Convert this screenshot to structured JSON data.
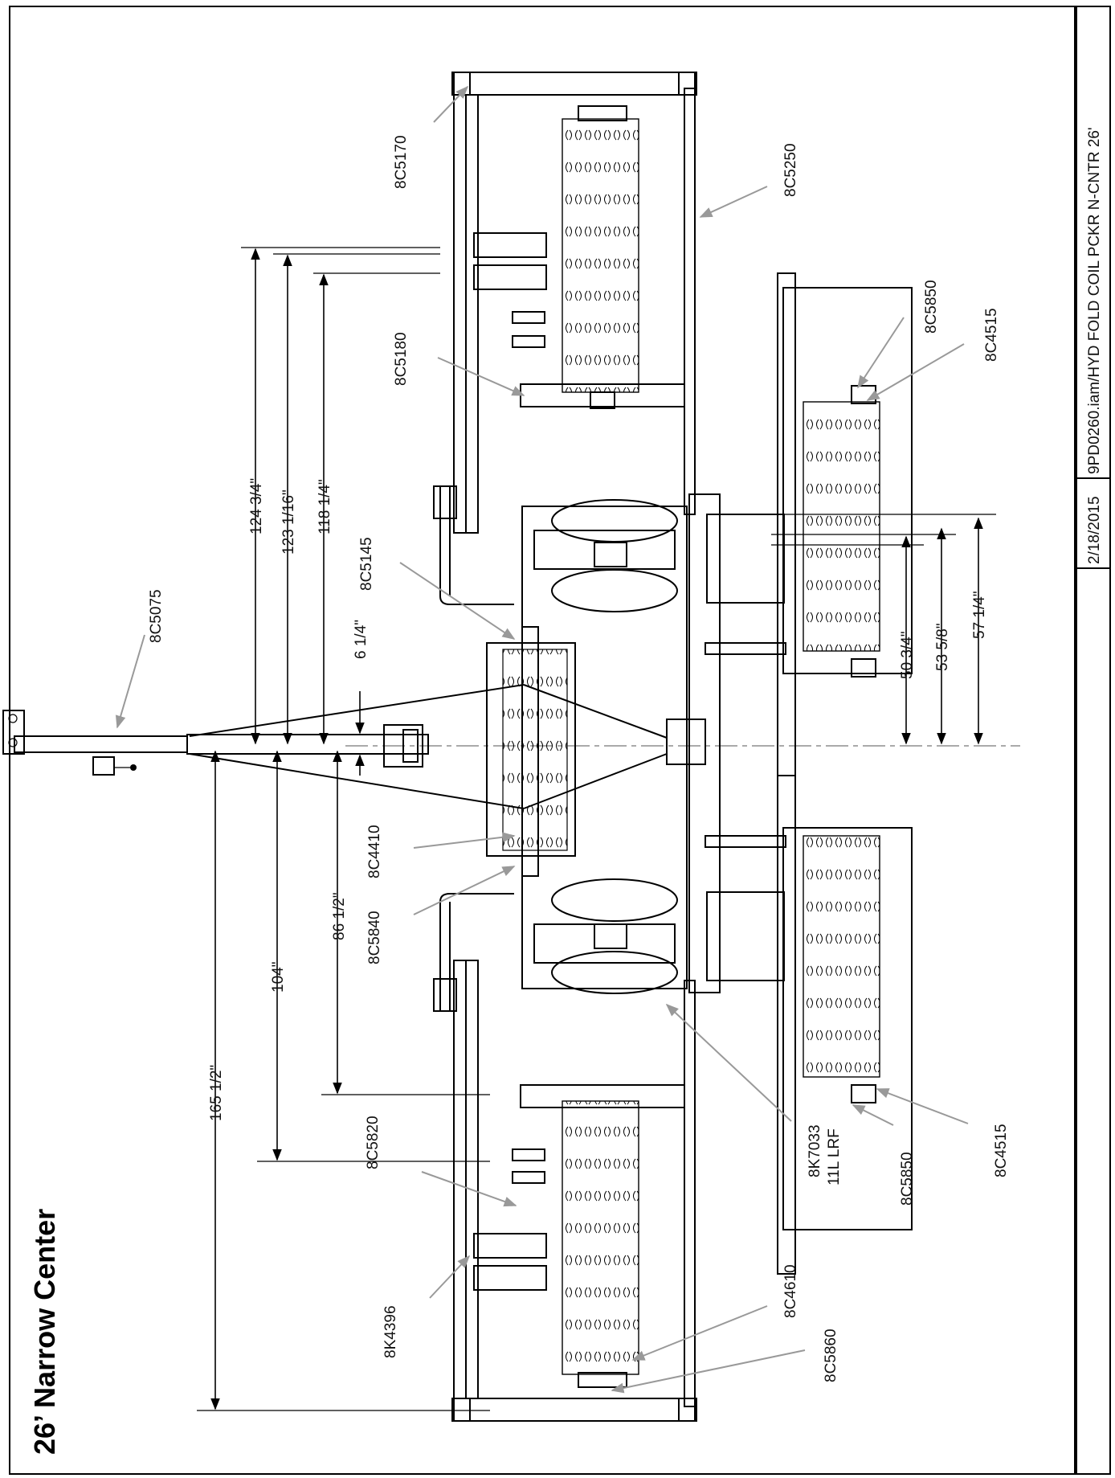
{
  "title": "26’ Narrow Center",
  "title_block": {
    "date": "2/18/2015",
    "file": "9PD0260.iam/HYD FOLD COIL PCKR N-CNTR 26'"
  },
  "part_labels": {
    "p8C5170": "8C5170",
    "p8C5250": "8C5250",
    "p8C5180": "8C5180",
    "p8C5850_top": "8C5850",
    "p8C4515_top": "8C4515",
    "p8C5075": "8C5075",
    "p8C5145": "8C5145",
    "p8C4410": "8C4410",
    "p8C5840": "8C5840",
    "p8C5820": "8C5820",
    "p8K4396": "8K4396",
    "p8C4610": "8C4610",
    "p8C5860": "8C5860",
    "p8K7033": "8K7033",
    "p11L_LRF": "11L LRF",
    "p8C5850_bot": "8C5850",
    "p8C4515_bot": "8C4515"
  },
  "dimensions": {
    "d124_3_4": "124 3/4\"",
    "d123_1_16": "123 1/16\"",
    "d118_1_4": "118 1/4\"",
    "d6_1_4": "6 1/4\"",
    "d86_1_2": "86 1/2\"",
    "d104": "104\"",
    "d165_1_2": "165 1/2\"",
    "d50_3_4": "50 3/4\"",
    "d53_5_8": "53 5/8\"",
    "d57_1_4": "57 1/4\""
  },
  "colors": {
    "line": "#000000",
    "leader": "#999999",
    "background": "#ffffff"
  }
}
